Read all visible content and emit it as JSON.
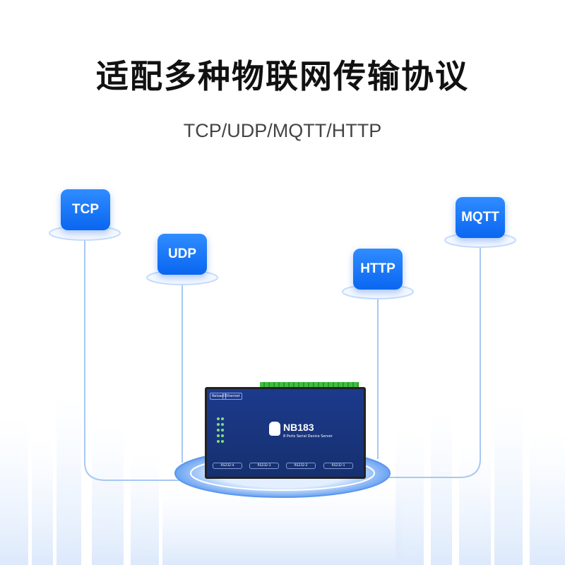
{
  "header": {
    "title": "适配多种物联网传输协议",
    "subtitle": "TCP/UDP/MQTT/HTTP"
  },
  "protocols": [
    {
      "label": "TCP"
    },
    {
      "label": "UDP"
    },
    {
      "label": "HTTP"
    },
    {
      "label": "MQTT"
    }
  ],
  "device": {
    "model": "NB183",
    "description": "8 Ports Serial Device Server",
    "buttons": [
      "Reload",
      "Ethernet"
    ],
    "ports": [
      "RS232-4",
      "RS232-3",
      "RS232-2",
      "RS232-1"
    ]
  },
  "colors": {
    "accent": "#0a66f0",
    "device": "#1c3a8c",
    "line": "#a9c8f2"
  }
}
